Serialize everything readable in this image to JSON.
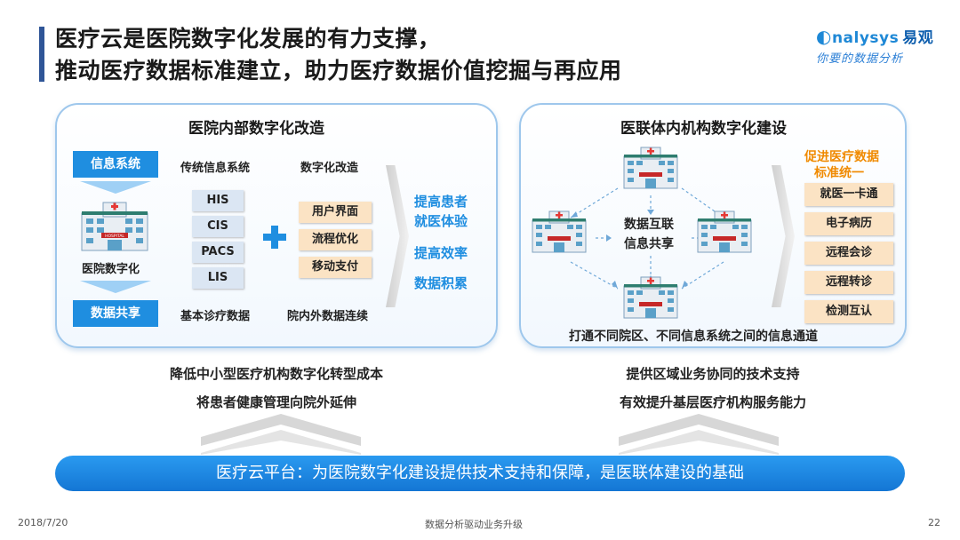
{
  "title": {
    "line1": "医疗云是医院数字化发展的有力支撑，",
    "line2": "推动医疗数据标准建立，助力医疗数据价值挖掘与再应用"
  },
  "logo": {
    "brand": "nalysys",
    "brand_cn": "易观",
    "tagline": "你要的数据分析"
  },
  "left_panel": {
    "title": "医院内部数字化改造",
    "info_system": "信息系统",
    "hospital_label": "医院数字化",
    "data_sharing": "数据共享",
    "col_traditional": "传统信息系统",
    "col_digital": "数字化改造",
    "systems": [
      "HIS",
      "CIS",
      "PACS",
      "LIS"
    ],
    "upgrades": [
      "用户界面",
      "流程优化",
      "移动支付"
    ],
    "basic_data": "基本诊疗数据",
    "data_continuity": "院内外数据连续",
    "outcomes": [
      "提高患者",
      "就医体验",
      "提高效率",
      "数据积累"
    ]
  },
  "right_panel": {
    "title": "医联体内机构数字化建设",
    "center_line1": "数据互联",
    "center_line2": "信息共享",
    "bottom_caption": "打通不同院区、不同信息系统之间的信息通道",
    "headline_line1": "促进医疗数据",
    "headline_line2": "标准统一",
    "services": [
      "就医一卡通",
      "电子病历",
      "远程会诊",
      "远程转诊",
      "检测互认"
    ]
  },
  "below_left": [
    "降低中小型医疗机构数字化转型成本",
    "将患者健康管理向院外延伸"
  ],
  "below_right": [
    "提供区域业务协同的技术支持",
    "有效提升基层医疗机构服务能力"
  ],
  "platform_bar": "医疗云平台：为医院数字化建设提供技术支持和保障，是医联体建设的基础",
  "footer": {
    "date": "2018/7/20",
    "center": "数据分析驱动业务升级",
    "page": "22"
  },
  "hospital_sign": "HOSPITAL",
  "colors": {
    "accent_blue": "#1f8ee0",
    "title_bar": "#2f5597",
    "orange_tag": "#fbe3c4",
    "system_tag": "#dbe6f3"
  }
}
